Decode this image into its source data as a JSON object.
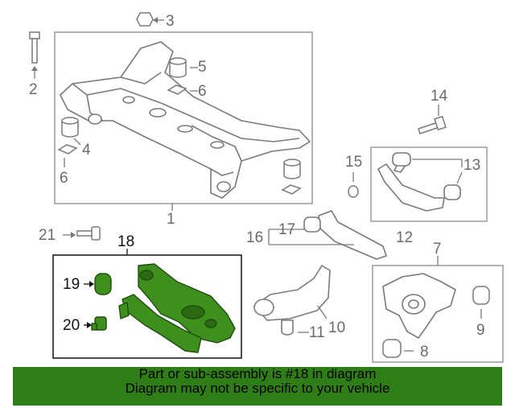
{
  "callouts": {
    "c1": "1",
    "c2": "2",
    "c3": "3",
    "c4": "4",
    "c5": "5",
    "c6a": "6",
    "c6b": "6",
    "c7": "7",
    "c8": "8",
    "c9": "9",
    "c10": "10",
    "c11": "11",
    "c12": "12",
    "c13": "13",
    "c14": "14",
    "c15": "15",
    "c16": "16",
    "c17": "17",
    "c18": "18",
    "c19": "19",
    "c20": "20",
    "c21": "21"
  },
  "banner": {
    "line1": "Part or sub-assembly is #18 in diagram",
    "line2": "Diagram may not be specific to your vehicle",
    "background": "#2f7d16"
  },
  "colors": {
    "highlight_part": "#3f8f1f",
    "line_art": "#7a7a7a",
    "frame": "#9a9a9a",
    "active_frame": "#111111"
  }
}
